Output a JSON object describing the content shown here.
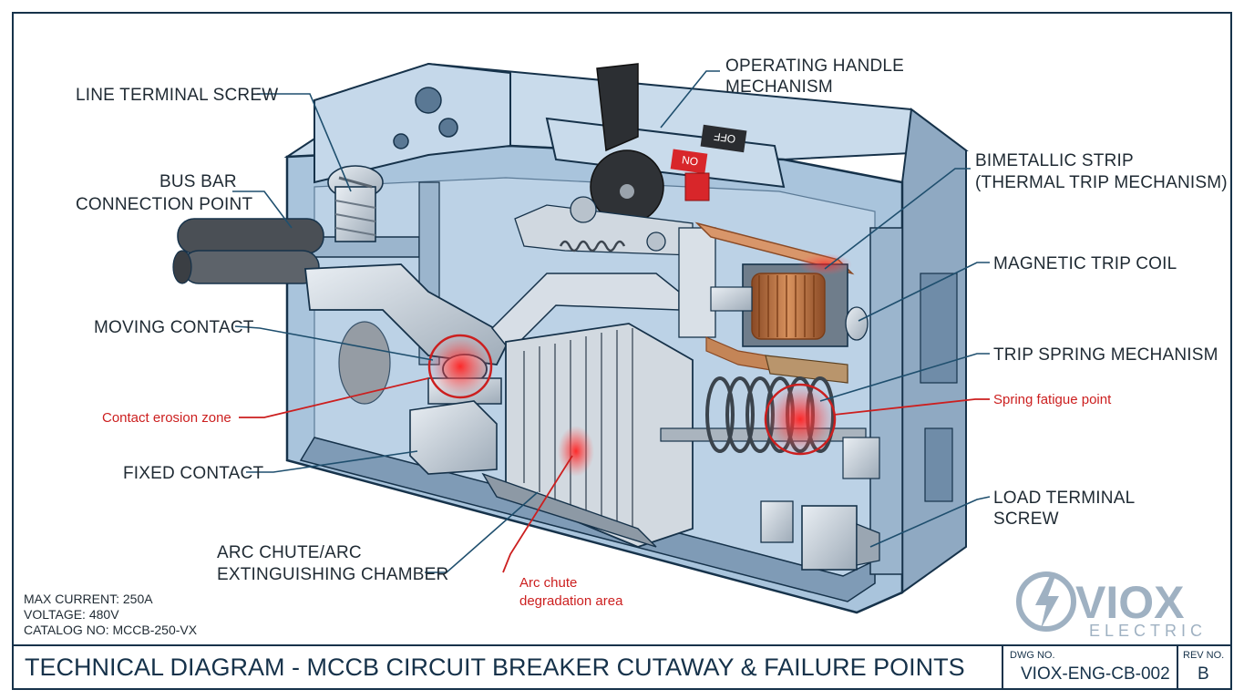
{
  "labels": {
    "line_terminal_screw": "LINE TERMINAL SCREW",
    "bus_bar_1": "BUS BAR",
    "bus_bar_2": "CONNECTION POINT",
    "moving_contact": "MOVING CONTACT",
    "fixed_contact": "FIXED CONTACT",
    "arc_chute_1": "ARC CHUTE/ARC",
    "arc_chute_2": "EXTINGUISHING CHAMBER",
    "operating_handle_1": "OPERATING HANDLE",
    "operating_handle_2": "MECHANISM",
    "bimetallic_1": "BIMETALLIC STRIP",
    "bimetallic_2": "(THERMAL TRIP MECHANISM)",
    "magnetic_trip_coil": "MAGNETIC TRIP COIL",
    "trip_spring": "TRIP SPRING MECHANISM",
    "load_terminal_1": "LOAD TERMINAL",
    "load_terminal_2": "SCREW"
  },
  "failure_points": {
    "contact_erosion": "Contact erosion zone",
    "spring_fatigue": "Spring fatigue point",
    "arc_chute_1": "Arc chute",
    "arc_chute_2": "degradation area"
  },
  "handle": {
    "off": "OFF",
    "on": "ON"
  },
  "specs": {
    "max_current": "MAX CURRENT: 250A",
    "voltage": "VOLTAGE: 480V",
    "catalog": "CATALOG NO: MCCB-250-VX"
  },
  "title_block": {
    "title": "TECHNICAL DIAGRAM - MCCB CIRCUIT BREAKER CUTAWAY & FAILURE POINTS",
    "dwg_label": "DWG NO.",
    "dwg_value": "VIOX-ENG-CB-002",
    "rev_label": "REV NO.",
    "rev_value": "B"
  },
  "brand": {
    "name": "VIOX",
    "sub": "ELECTRIC"
  },
  "colors": {
    "housing": "#b9cfe3",
    "housing_dark": "#7f9bb6",
    "frame": "#16324a",
    "copper": "#c07a4a",
    "accent_red": "#cc1f1f",
    "handle_red": "#d8262a"
  }
}
